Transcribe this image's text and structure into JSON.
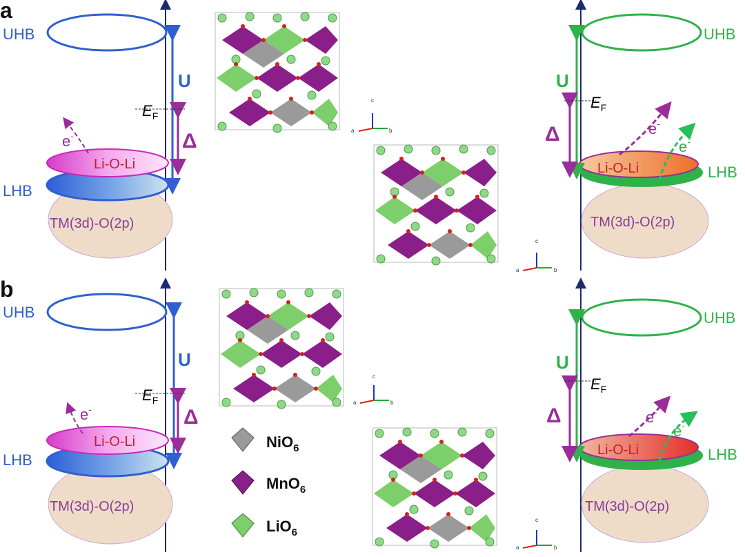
{
  "panels": [
    "a",
    "b"
  ],
  "labels": {
    "uhb": "UHB",
    "lhb": "LHB",
    "u": "U",
    "delta": "Δ",
    "ef_main": "E",
    "ef_sub": "F",
    "electron": "e",
    "electron_sup": "-",
    "lioli": "Li-O-Li",
    "tmo": "TM(3d)-O(2p)"
  },
  "axes_labels": {
    "a": "a",
    "b": "b",
    "c": "c"
  },
  "legend": [
    {
      "name": "NiO",
      "sub": "6",
      "color": "#9a9a9a"
    },
    {
      "name": "MnO",
      "sub": "6",
      "color": "#8a1f8a"
    },
    {
      "name": "LiO",
      "sub": "6",
      "color": "#7ccf6a"
    }
  ],
  "colors": {
    "blue": "#2f5fd0",
    "green": "#2fb24a",
    "purple": "#9a2d9a",
    "navy": "#1a2a6c",
    "magenta": "#d64fd0",
    "tan": "#efdcc8",
    "orange": "#ee7a3a"
  }
}
